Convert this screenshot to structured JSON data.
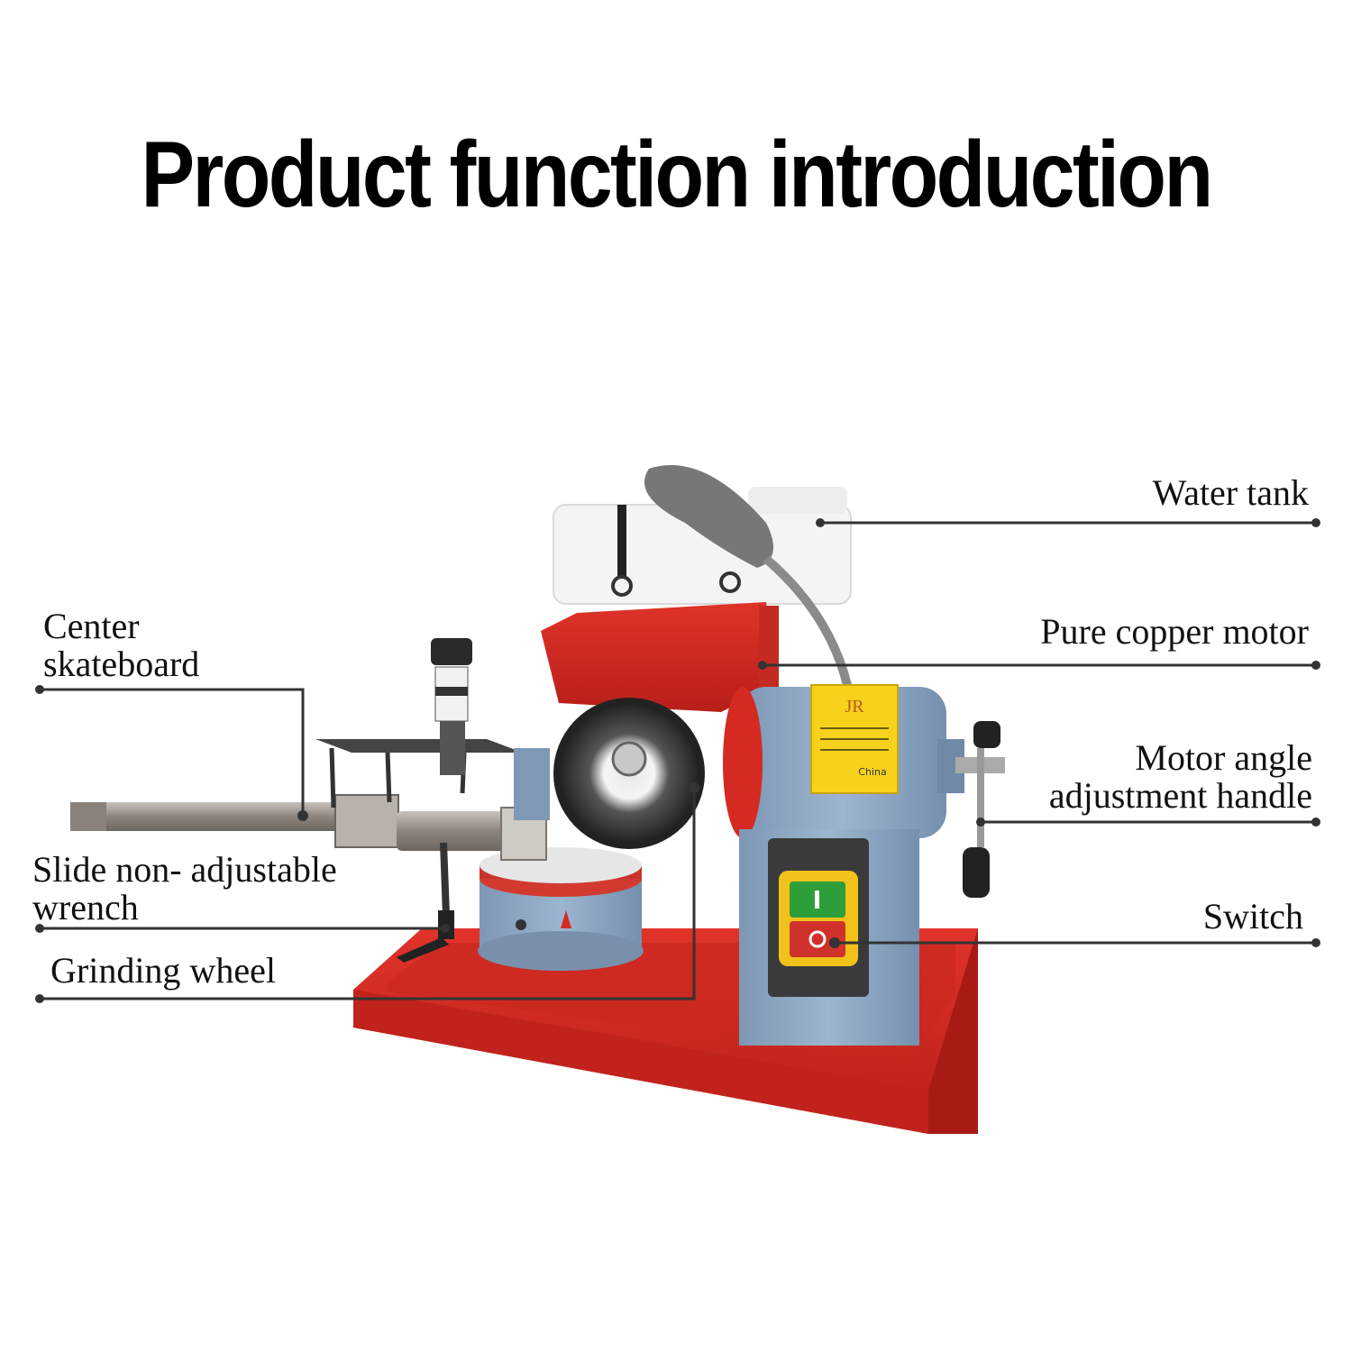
{
  "title": "Product function introduction",
  "labels": {
    "water_tank": "Water tank",
    "pure_copper_motor": "Pure copper motor",
    "motor_angle_line1": "Motor angle",
    "motor_angle_line2": "adjustment handle",
    "switch": "Switch",
    "center_line1": "Center",
    "center_line2": "skateboard",
    "slide_line1": "Slide non- adjustable",
    "slide_line2": "wrench",
    "grinding_wheel": "Grinding wheel"
  },
  "machine": {
    "brand_logo": "JR",
    "plate_text": "China"
  },
  "colors": {
    "base_red": "#d42a22",
    "motor_blue": "#8fa9c4",
    "tank_white": "#f4f4f4",
    "switch_green": "#2e9e3a",
    "switch_red": "#d0322b",
    "switch_yellow": "#f2c21a"
  }
}
